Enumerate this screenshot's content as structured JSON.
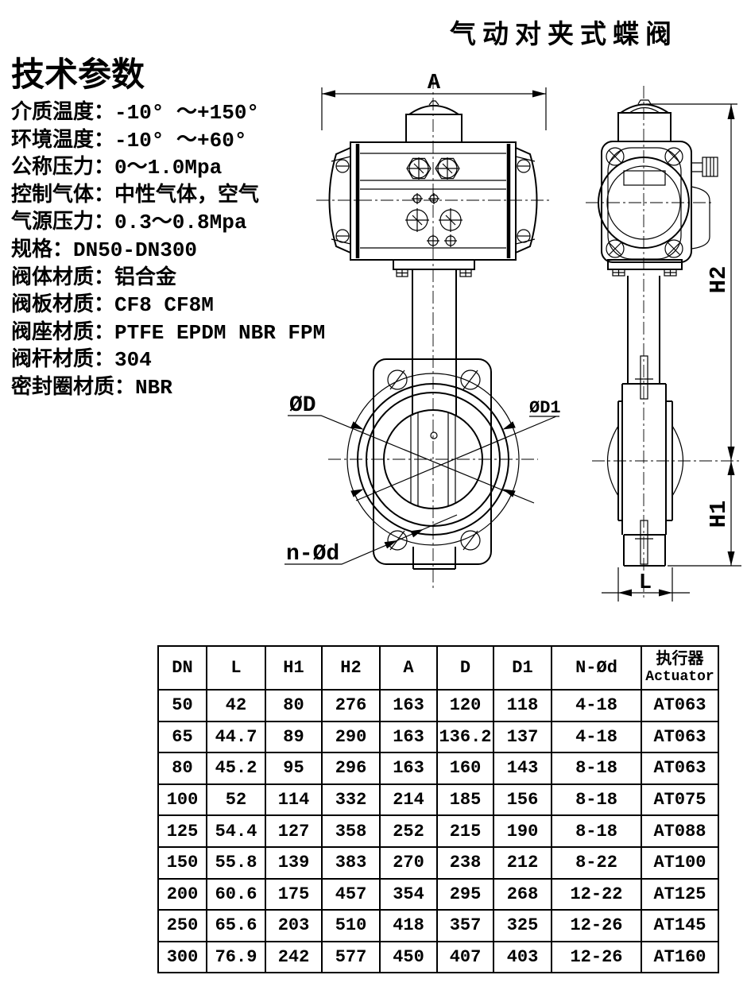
{
  "title": "气动对夹式蝶阀",
  "tech_params": {
    "heading": "技术参数",
    "items": [
      "介质温度：-10° ～+150°",
      "环境温度：-10° ～+60°",
      "公称压力：0～1.0Mpa",
      "控制气体：中性气体，空气",
      "气源压力：0.3～0.8Mpa",
      "规格：DN50-DN300",
      "阀体材质：铝合金",
      "阀板材质：CF8 CF8M",
      "阀座材质：PTFE EPDM NBR FPM",
      "阀杆材质：304",
      "密封圈材质：NBR"
    ]
  },
  "drawing": {
    "labels": {
      "a": "A",
      "h2": "H2",
      "h1": "H1",
      "l": "L",
      "od": "ØD",
      "od1": "ØD1",
      "n_od": "n-Ød"
    }
  },
  "table": {
    "columns": [
      "DN",
      "L",
      "H1",
      "H2",
      "A",
      "D",
      "D1",
      "N-Ød"
    ],
    "actuator_column": {
      "cn": "执行器",
      "en": "Actuator"
    },
    "rows": [
      [
        "50",
        "42",
        "80",
        "276",
        "163",
        "120",
        "118",
        "4-18",
        "AT063"
      ],
      [
        "65",
        "44.7",
        "89",
        "290",
        "163",
        "136.2",
        "137",
        "4-18",
        "AT063"
      ],
      [
        "80",
        "45.2",
        "95",
        "296",
        "163",
        "160",
        "143",
        "8-18",
        "AT063"
      ],
      [
        "100",
        "52",
        "114",
        "332",
        "214",
        "185",
        "156",
        "8-18",
        "AT075"
      ],
      [
        "125",
        "54.4",
        "127",
        "358",
        "252",
        "215",
        "190",
        "8-18",
        "AT088"
      ],
      [
        "150",
        "55.8",
        "139",
        "383",
        "270",
        "238",
        "212",
        "8-22",
        "AT100"
      ],
      [
        "200",
        "60.6",
        "175",
        "457",
        "354",
        "295",
        "268",
        "12-22",
        "AT125"
      ],
      [
        "250",
        "65.6",
        "203",
        "510",
        "418",
        "357",
        "325",
        "12-26",
        "AT145"
      ],
      [
        "300",
        "76.9",
        "242",
        "577",
        "450",
        "407",
        "403",
        "12-26",
        "AT160"
      ]
    ]
  }
}
